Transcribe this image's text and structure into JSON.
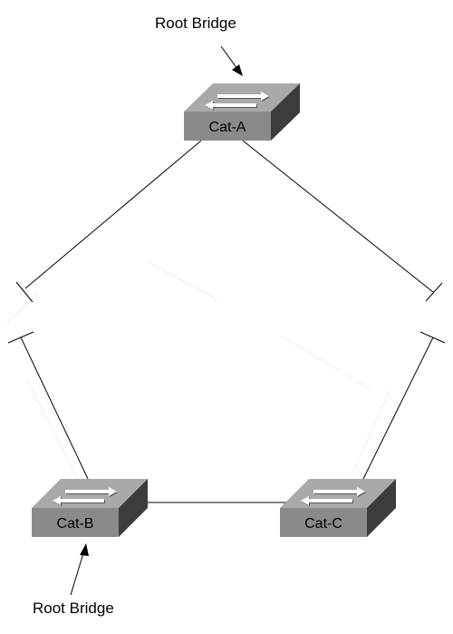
{
  "annotations": {
    "top_root_label": "Root Bridge",
    "bottom_root_label": "Root Bridge"
  },
  "switches": [
    {
      "id": "a",
      "label": "Cat-A",
      "icon": "switch-icon"
    },
    {
      "id": "b",
      "label": "Cat-B",
      "icon": "switch-icon"
    },
    {
      "id": "c",
      "label": "Cat-C",
      "icon": "switch-icon"
    }
  ],
  "links": [
    {
      "from": "Cat-A",
      "to": "Cat-B",
      "state": "blocked"
    },
    {
      "from": "Cat-A",
      "to": "Cat-C",
      "state": "blocked"
    },
    {
      "from": "Cat-B",
      "to": "Cat-C",
      "state": "forwarding"
    }
  ],
  "colors": {
    "switch_front": "#8a8a8a",
    "switch_top": "#a9a9a9",
    "switch_side": "#3c3c3c",
    "arrow_light": "#ffffff",
    "arrow_dark": "#555555",
    "line": "#000000"
  }
}
